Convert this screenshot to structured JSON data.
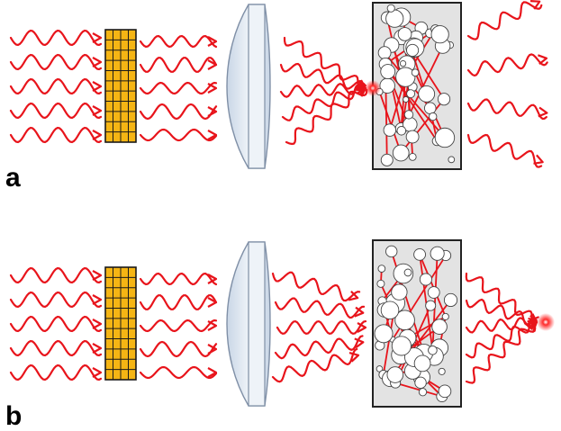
{
  "panels": [
    {
      "label": "a",
      "focus_outside_medium": false
    },
    {
      "label": "b",
      "focus_outside_medium": true
    }
  ],
  "colors": {
    "wave": "#e8141b",
    "slm_fill": "#f5b514",
    "slm_grid": "#1a1a1a",
    "lens_fill": "#dce6f0",
    "lens_stroke": "#7f8fa6",
    "medium_fill": "#e3e3e3",
    "medium_stroke": "#222222",
    "focus": "#ff2a2a"
  },
  "icons": [
    "slm-grid",
    "lens",
    "scattering-medium",
    "focus-spot"
  ]
}
